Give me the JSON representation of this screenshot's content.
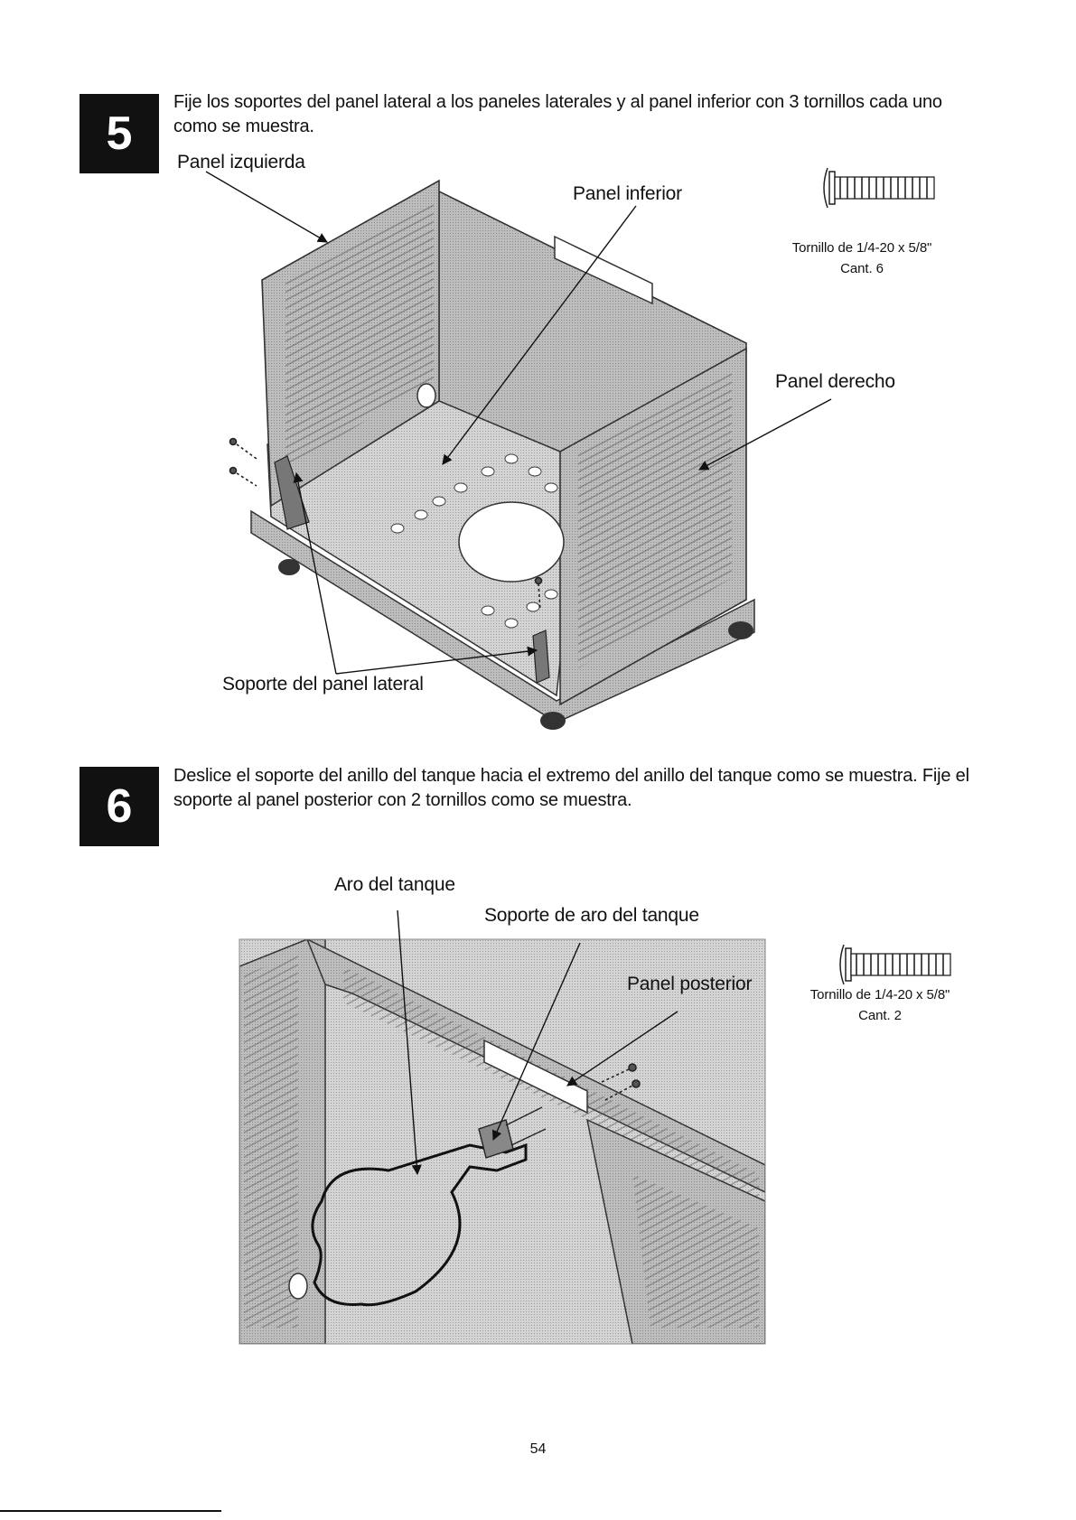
{
  "step5": {
    "number": "5",
    "text": "Fije los soportes del panel lateral a los paneles laterales y al panel inferior con 3 tornillos cada uno como se muestra.",
    "labels": {
      "left_panel": "Panel izquierda",
      "bottom_panel": "Panel inferior",
      "right_panel": "Panel derecho",
      "side_bracket": "Soporte del panel lateral"
    },
    "screw": {
      "spec": "Tornillo de 1/4-20 x 5/8\"",
      "qty": "Cant. 6"
    }
  },
  "step6": {
    "number": "6",
    "text": "Deslice el soporte del anillo del tanque hacia el extremo del anillo del tanque como se muestra. Fije el soporte al panel posterior con 2 tornillos como se muestra.",
    "labels": {
      "tank_ring": "Aro del tanque",
      "tank_ring_bracket": "Soporte de aro del tanque",
      "rear_panel": "Panel posterior"
    },
    "screw": {
      "spec": "Tornillo de 1/4-20 x 5/8\"",
      "qty": "Cant. 2"
    }
  },
  "page_number": "54"
}
